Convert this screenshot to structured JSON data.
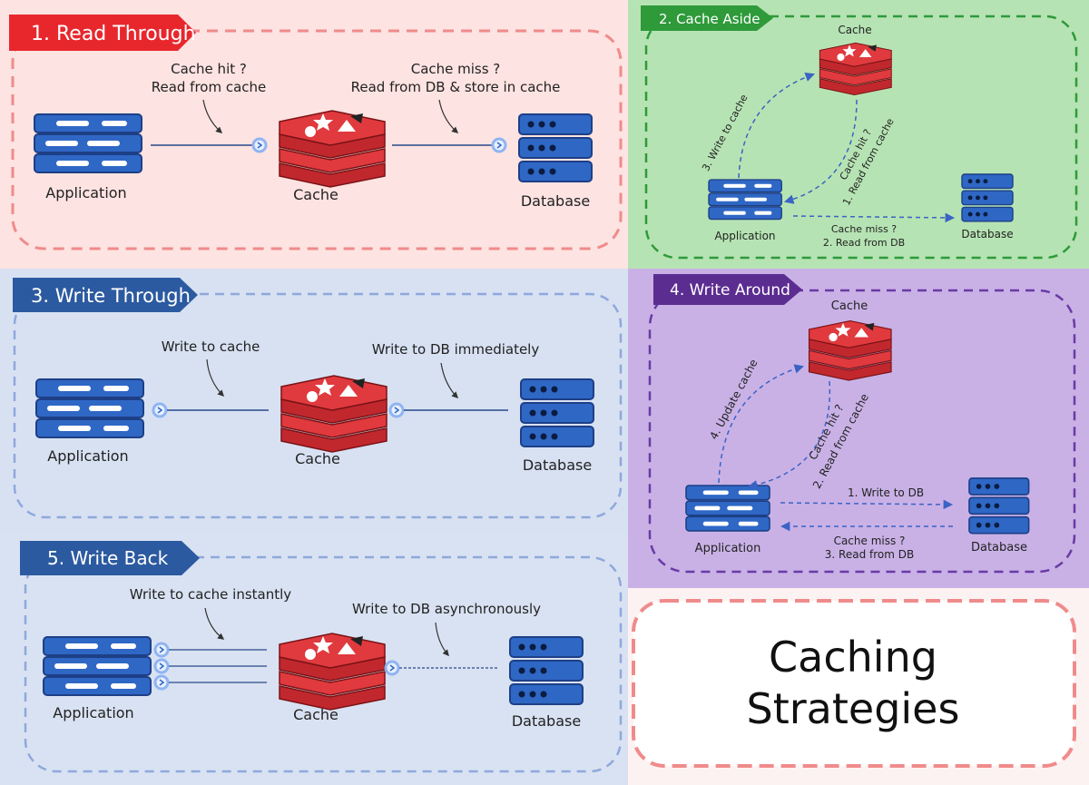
{
  "title": {
    "line1": "Caching",
    "line2": "Strategies"
  },
  "colors": {
    "read_through_bg": "#fde3e1",
    "read_through_accent": "#e8272d",
    "cache_aside_bg": "#b6e3b3",
    "cache_aside_accent": "#2e9a3a",
    "write_through_bg": "#d7e1f2",
    "write_through_accent": "#2c5aa0",
    "write_around_bg": "#c9b1e6",
    "write_around_accent": "#5c2d91",
    "write_back_bg": "#d9e2f2",
    "title_border": "#f08b8b",
    "cache_red": "#e03a3e",
    "server_blue": "#2f67c5",
    "arrow_blue": "#3a63c4"
  },
  "labels": {
    "application": "Application",
    "cache": "Cache",
    "database": "Database"
  },
  "sections": {
    "read_through": {
      "title": "1. Read Through",
      "hit_line1": "Cache hit ?",
      "hit_line2": "Read from cache",
      "miss_line1": "Cache miss ?",
      "miss_line2": "Read from DB & store in cache"
    },
    "cache_aside": {
      "title": "2. Cache Aside",
      "write_label": "3. Write to cache",
      "hit_line1": "Cache hit ?",
      "hit_line2": "1. Read from cache",
      "miss_line1": "Cache miss ?",
      "miss_line2": "2. Read from DB"
    },
    "write_through": {
      "title": "3. Write Through",
      "write_cache": "Write to cache",
      "write_db": "Write to DB immediately"
    },
    "write_around": {
      "title": "4. Write Around",
      "update_label": "4. Update cache",
      "hit_line1": "Cache hit ?",
      "hit_line2": "2. Read from cache",
      "write_db": "1. Write to DB",
      "miss_line1": "Cache miss ?",
      "miss_line2": "3. Read from DB"
    },
    "write_back": {
      "title": "5. Write Back",
      "write_cache": "Write to cache instantly",
      "write_db": "Write to DB asynchronously"
    }
  }
}
